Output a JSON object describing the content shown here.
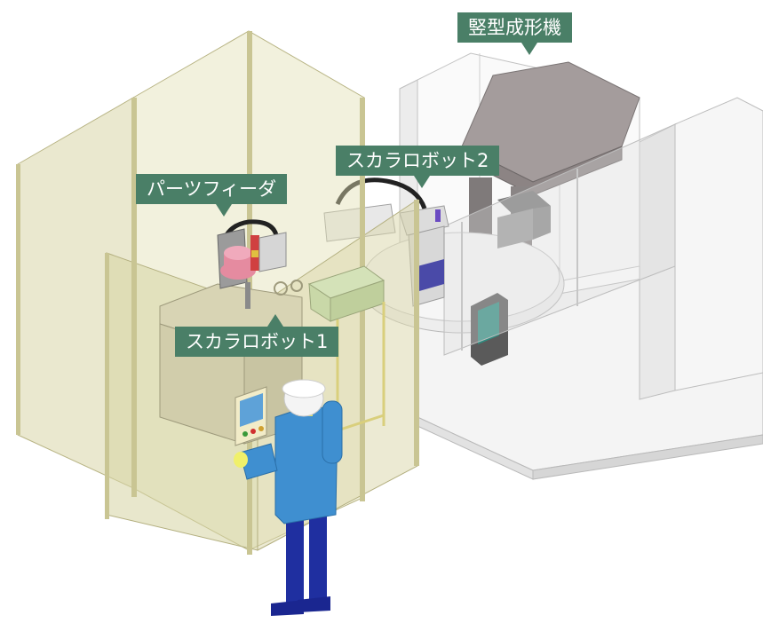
{
  "labels": {
    "molding_machine": "竪型成形機",
    "scara_robot_2": "スカラロボット2",
    "parts_feeder": "パーツフィーダ",
    "scara_robot_1": "スカラロボット1"
  },
  "colors": {
    "callout_bg": "#4a7f67",
    "callout_text": "#ffffff",
    "enclosure_panel": "#d9d6a8",
    "enclosure_frame": "#c9c593",
    "machine_body": "#f3f3f3",
    "machine_dark": "#9a9393",
    "worker_body": "#3f8fd0",
    "worker_legs": "#1f2fa0",
    "worker_helmet": "#ffffff",
    "feeder_pink": "#e58ba0"
  },
  "icons": {
    "worker": "operator-figure",
    "hmi": "touch-panel-icon"
  }
}
